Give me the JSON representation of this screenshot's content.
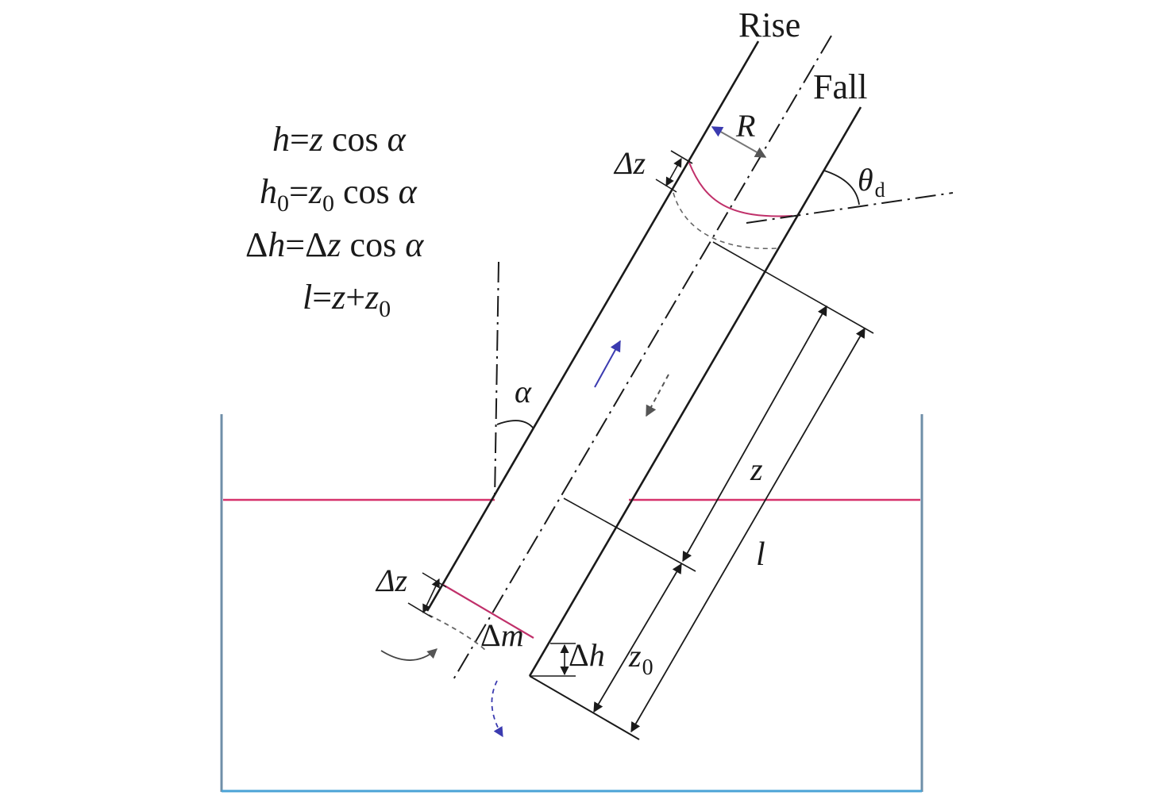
{
  "labels": {
    "rise": "Rise",
    "fall": "Fall",
    "R": "R",
    "dz_top": "Δz",
    "dz_bottom": "Δz",
    "theta_main": "θ",
    "theta_sub": "d",
    "alpha": "α",
    "z": "z",
    "l": "l",
    "dm_delta": "Δ",
    "dm_m": "m",
    "dh_delta": "Δ",
    "dh_h": "h",
    "z0_main": "z",
    "z0_sub": "0"
  },
  "equations": {
    "eq1": {
      "h": "h",
      "eq": "=",
      "z": "z",
      "cos": " cos ",
      "alpha": "α"
    },
    "eq2": {
      "h": "h",
      "hsub": "0",
      "eq": "=",
      "z": "z",
      "zsub": "0",
      "cos": " cos ",
      "alpha": "α"
    },
    "eq3": {
      "d1": "Δ",
      "h": "h",
      "eq": "=",
      "d2": "Δ",
      "z": "z",
      "cos": " cos ",
      "alpha": "α"
    },
    "eq4": {
      "l": "l",
      "eq": "=",
      "z": "z",
      "plus": "+",
      "z0": "z",
      "z0sub": "0"
    }
  },
  "colors": {
    "ink": "#1a1a1a",
    "water": "#d6336c",
    "meniscus": "#c0306a",
    "container": "#6f8fa8",
    "arrow_blue": "#3b3bb0",
    "arrow_gray": "#555555"
  }
}
